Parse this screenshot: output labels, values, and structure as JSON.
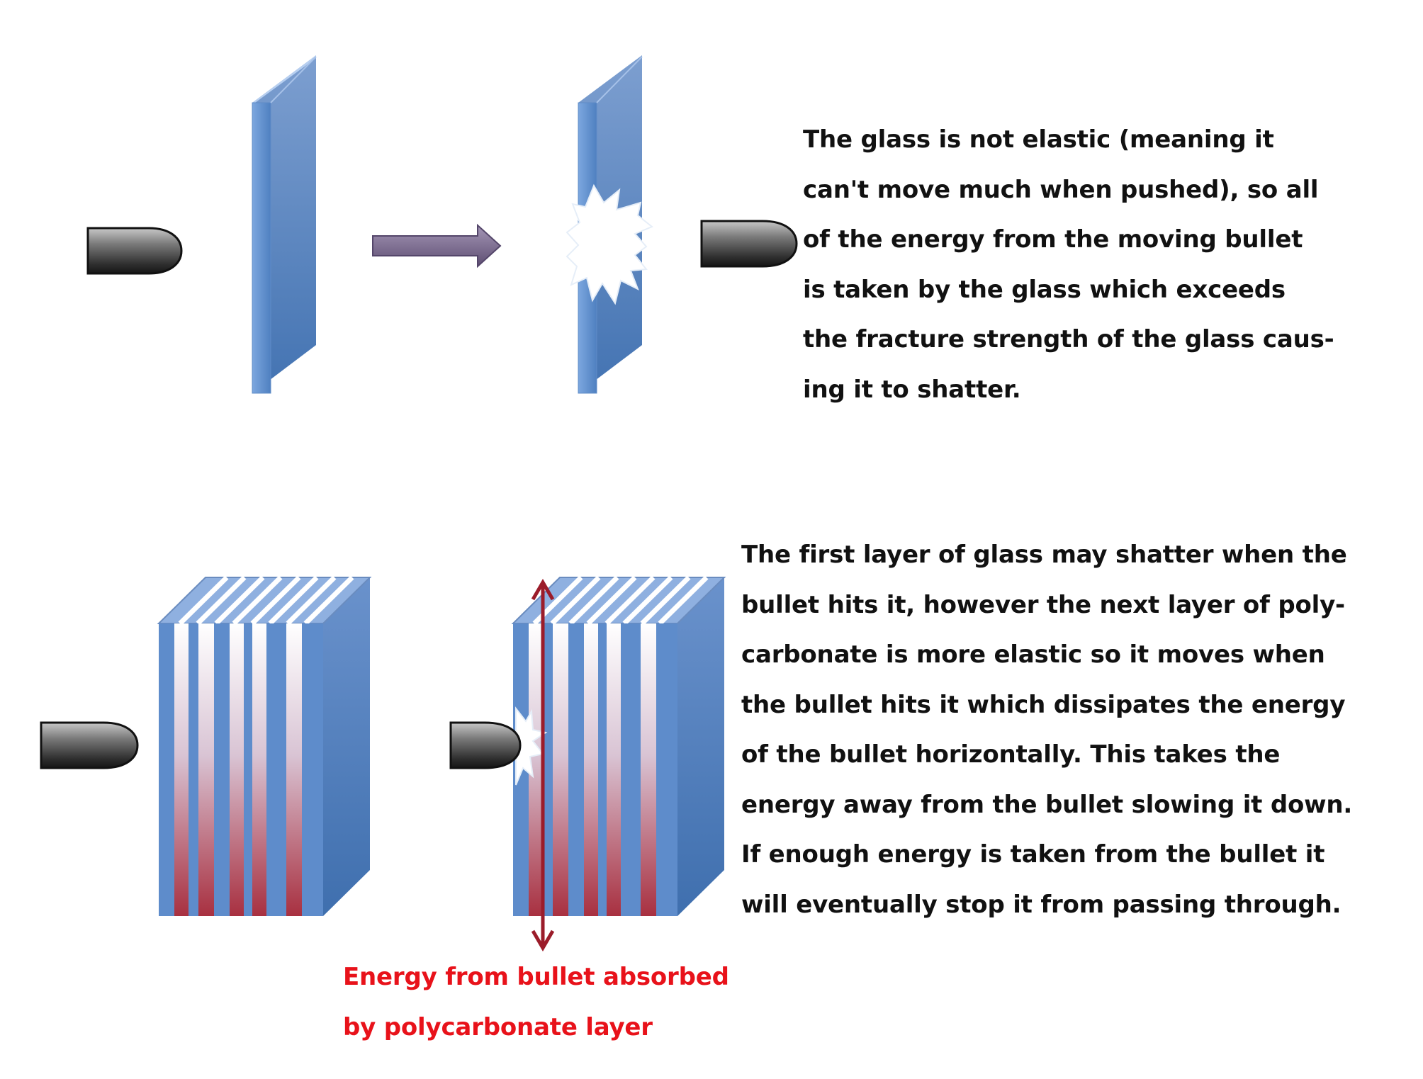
{
  "top_explanation": {
    "lines": [
      "The glass is not elastic (meaning it",
      "can't move much when pushed), so all",
      "of the energy from the moving bullet",
      "is taken by the glass which exceeds",
      "the fracture strength of the glass caus-",
      "ing it to shatter."
    ]
  },
  "bottom_explanation": {
    "lines": [
      "The first layer of glass may shatter when the",
      "bullet hits it, however the next layer of poly-",
      "carbonate is more elastic so it moves when",
      "the bullet hits it which dissipates the energy",
      "of the bullet horizontally. This takes the",
      "energy away from the bullet slowing it down.",
      "If enough energy is taken from the bullet it",
      "will eventually stop it from passing through."
    ]
  },
  "caption": {
    "lines": [
      "Energy from bullet absorbed",
      "by polycarbonate layer"
    ],
    "color": "#e8121a"
  },
  "colors": {
    "glass_front": "#5b8ac6",
    "glass_side": "#4576b4",
    "glass_top": "#9fc0ea",
    "arrow": "#7b6a8e",
    "energy_arrow": "#9b1c2a",
    "bullet": "#555555"
  }
}
